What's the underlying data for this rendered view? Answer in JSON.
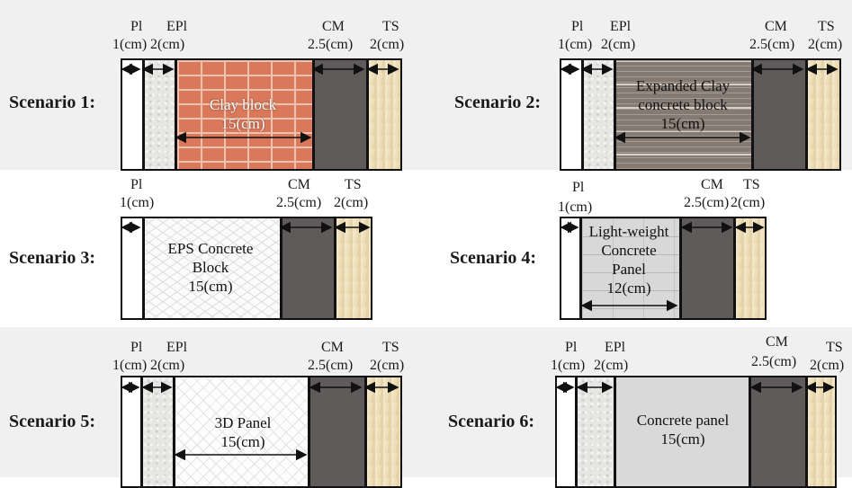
{
  "layers": {
    "pl": [
      "Pl",
      "1(cm)"
    ],
    "epl": [
      "EPl",
      "2(cm)"
    ],
    "cm": [
      "CM",
      "2.5(cm)"
    ],
    "ts": [
      "TS",
      "2(cm)"
    ]
  },
  "scenarios": [
    {
      "label": "Scenario 1:",
      "material": [
        "Clay block",
        "15(cm)"
      ]
    },
    {
      "label": "Scenario 2:",
      "material": [
        "Expanded Clay",
        "concrete block",
        "15(cm)"
      ]
    },
    {
      "label": "Scenario 3:",
      "material": [
        "EPS Concrete",
        "Block",
        "15(cm)"
      ]
    },
    {
      "label": "Scenario 4:",
      "material": [
        "Light-weight",
        "Concrete",
        "Panel",
        "12(cm)"
      ]
    },
    {
      "label": "Scenario 5:",
      "material": [
        "3D Panel",
        "15(cm)"
      ]
    },
    {
      "label": "Scenario 6:",
      "material": [
        "Concrete panel",
        "15(cm)"
      ]
    }
  ],
  "colors": {
    "band": "#f0f0f0",
    "cement_mortar": "#5e5b5a",
    "tile_stone": "#eedfb8",
    "clay_block": "#d9785a",
    "expanded_clay_block": "#847a72",
    "concrete_panel": "#d9d9d9"
  }
}
